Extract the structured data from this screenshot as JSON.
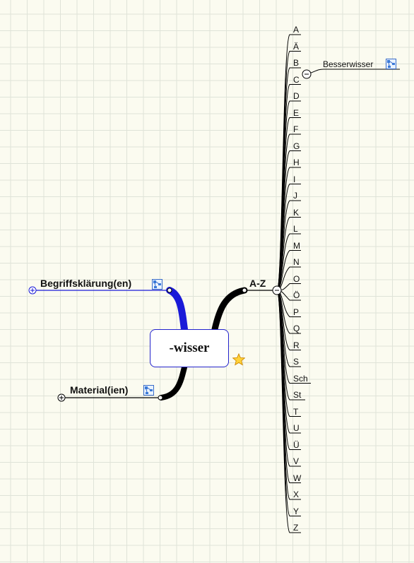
{
  "central_topic": "-wisser",
  "branches": {
    "begriff": "Begriffsklärung(en)",
    "material": "Material(ien)",
    "az": "A-Z"
  },
  "letters": [
    "A",
    "Ä",
    "B",
    "C",
    "D",
    "E",
    "F",
    "G",
    "H",
    "I",
    "J",
    "K",
    "L",
    "M",
    "N",
    "O",
    "Ö",
    "P",
    "Q",
    "R",
    "S",
    "Sch",
    "St",
    "T",
    "U",
    "Ü",
    "V",
    "W",
    "X",
    "Y",
    "Z"
  ],
  "subtopic_b": "Besserwisser",
  "icons": {
    "link": "map-link-icon",
    "star": "star-icon",
    "collapse": "collapse-icon",
    "expand": "expand-icon"
  },
  "colors": {
    "background": "#fbfbf0",
    "grid": "#dfe3d8",
    "central_border": "#2222cc",
    "begriff_branch": "#1a1ad8",
    "branch": "#000000",
    "star": "#ffd23a"
  }
}
